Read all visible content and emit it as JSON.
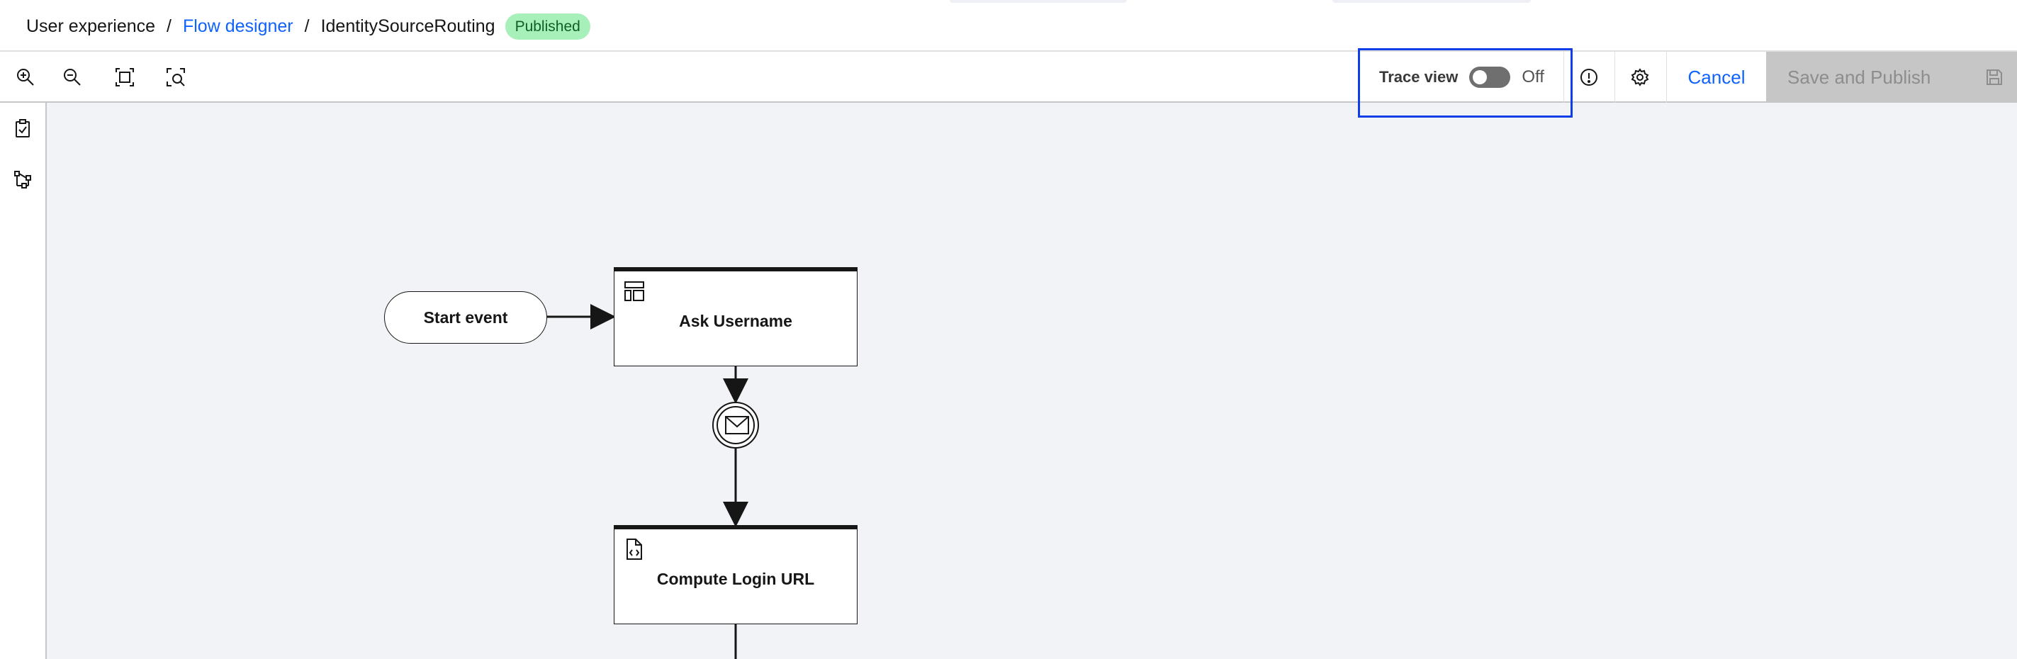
{
  "breadcrumb": {
    "root": "User experience",
    "separator": "/",
    "section": "Flow designer",
    "current": "IdentitySourceRouting",
    "status_badge": "Published"
  },
  "toolbar": {
    "zoom_in": "zoom-in-icon",
    "zoom_out": "zoom-out-icon",
    "fit": "fit-to-screen-icon",
    "find": "zoom-area-icon",
    "trace_view_label": "Trace view",
    "trace_view_state": "Off",
    "cancel_label": "Cancel",
    "publish_label": "Save and Publish"
  },
  "rail": {
    "items": [
      "checklist-icon",
      "flow-connection-icon"
    ]
  },
  "canvas": {
    "nodes": {
      "start": "Start event",
      "ask_username": "Ask Username",
      "compute_login": "Compute Login URL"
    }
  },
  "colors": {
    "accent": "#0f62fe",
    "badge_bg": "#a7f0ba",
    "badge_text": "#0e6027",
    "highlight": "#0f3ee8",
    "canvas_bg": "#f2f3f6",
    "disabled_bg": "#c6c6c6"
  }
}
